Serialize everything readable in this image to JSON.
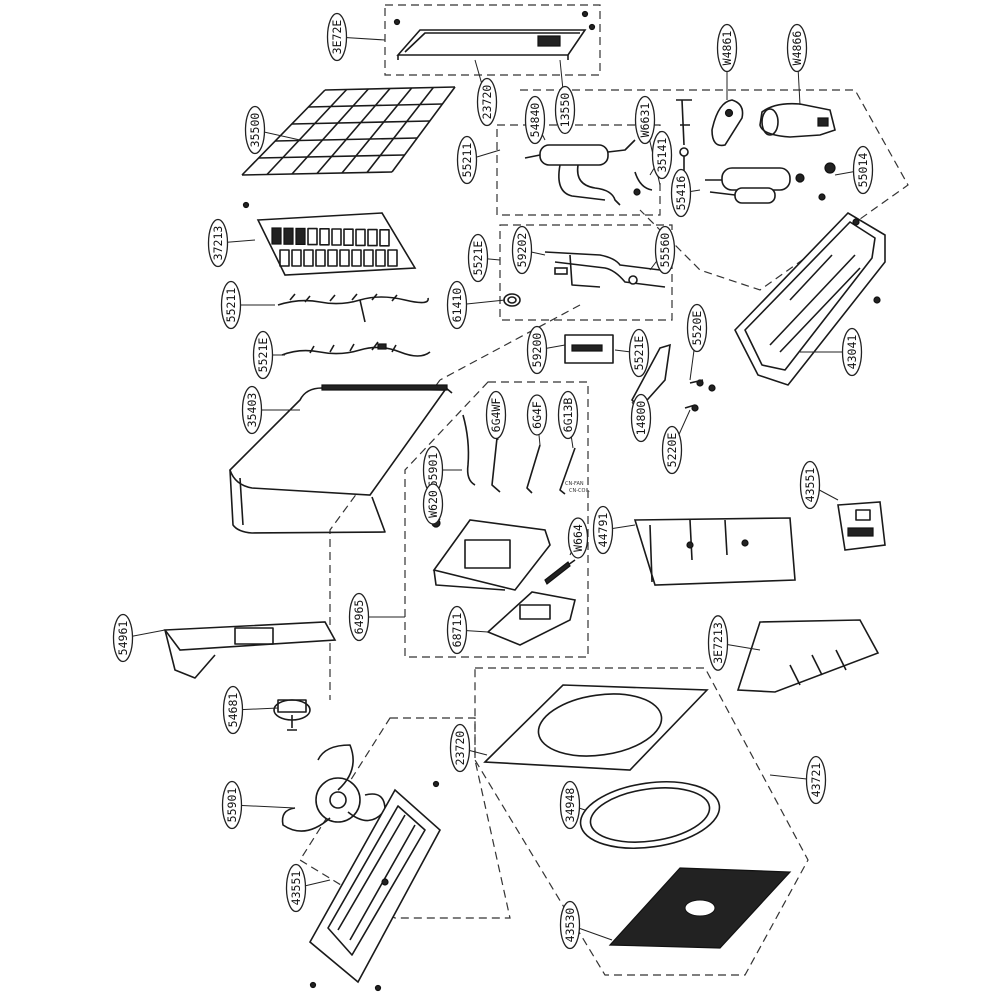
{
  "callouts": [
    {
      "id": "c01",
      "text": "3E72E"
    },
    {
      "id": "c02",
      "text": "35500"
    },
    {
      "id": "c03",
      "text": "23720"
    },
    {
      "id": "c04",
      "text": "54840"
    },
    {
      "id": "c05",
      "text": "13550"
    },
    {
      "id": "c06",
      "text": "W6631"
    },
    {
      "id": "c07",
      "text": "W4861"
    },
    {
      "id": "c08",
      "text": "W4866"
    },
    {
      "id": "c09",
      "text": "55211"
    },
    {
      "id": "c10",
      "text": "35141"
    },
    {
      "id": "c11",
      "text": "55014"
    },
    {
      "id": "c12",
      "text": "55416"
    },
    {
      "id": "c13",
      "text": "37213"
    },
    {
      "id": "c14",
      "text": "5521E"
    },
    {
      "id": "c15",
      "text": "59202"
    },
    {
      "id": "c16",
      "text": "55560"
    },
    {
      "id": "c17",
      "text": "55211"
    },
    {
      "id": "c18",
      "text": "61410"
    },
    {
      "id": "c19",
      "text": "5521E"
    },
    {
      "id": "c20",
      "text": "5520E"
    },
    {
      "id": "c21",
      "text": "43041"
    },
    {
      "id": "c22",
      "text": "59200"
    },
    {
      "id": "c23",
      "text": "5521E"
    },
    {
      "id": "c24",
      "text": "35403"
    },
    {
      "id": "c25",
      "text": "6G4WF"
    },
    {
      "id": "c26",
      "text": "6G4F"
    },
    {
      "id": "c27",
      "text": "6G13B"
    },
    {
      "id": "c28",
      "text": "14800"
    },
    {
      "id": "c29",
      "text": "5220E"
    },
    {
      "id": "c30",
      "text": "65901"
    },
    {
      "id": "c31",
      "text": "W620"
    },
    {
      "id": "c32",
      "text": "43551"
    },
    {
      "id": "c33",
      "text": "W664"
    },
    {
      "id": "c34",
      "text": "44791"
    },
    {
      "id": "c35",
      "text": "64965"
    },
    {
      "id": "c36",
      "text": "68711"
    },
    {
      "id": "c37",
      "text": "54961"
    },
    {
      "id": "c38",
      "text": "3E7213"
    },
    {
      "id": "c39",
      "text": "54681"
    },
    {
      "id": "c40",
      "text": "23720"
    },
    {
      "id": "c41",
      "text": "43721"
    },
    {
      "id": "c42",
      "text": "55901"
    },
    {
      "id": "c43",
      "text": "34948"
    },
    {
      "id": "c44",
      "text": "43551"
    },
    {
      "id": "c45",
      "text": "43530"
    }
  ],
  "component_text": {
    "label_a": "CN-FAN",
    "label_b": "CN-COIL"
  }
}
